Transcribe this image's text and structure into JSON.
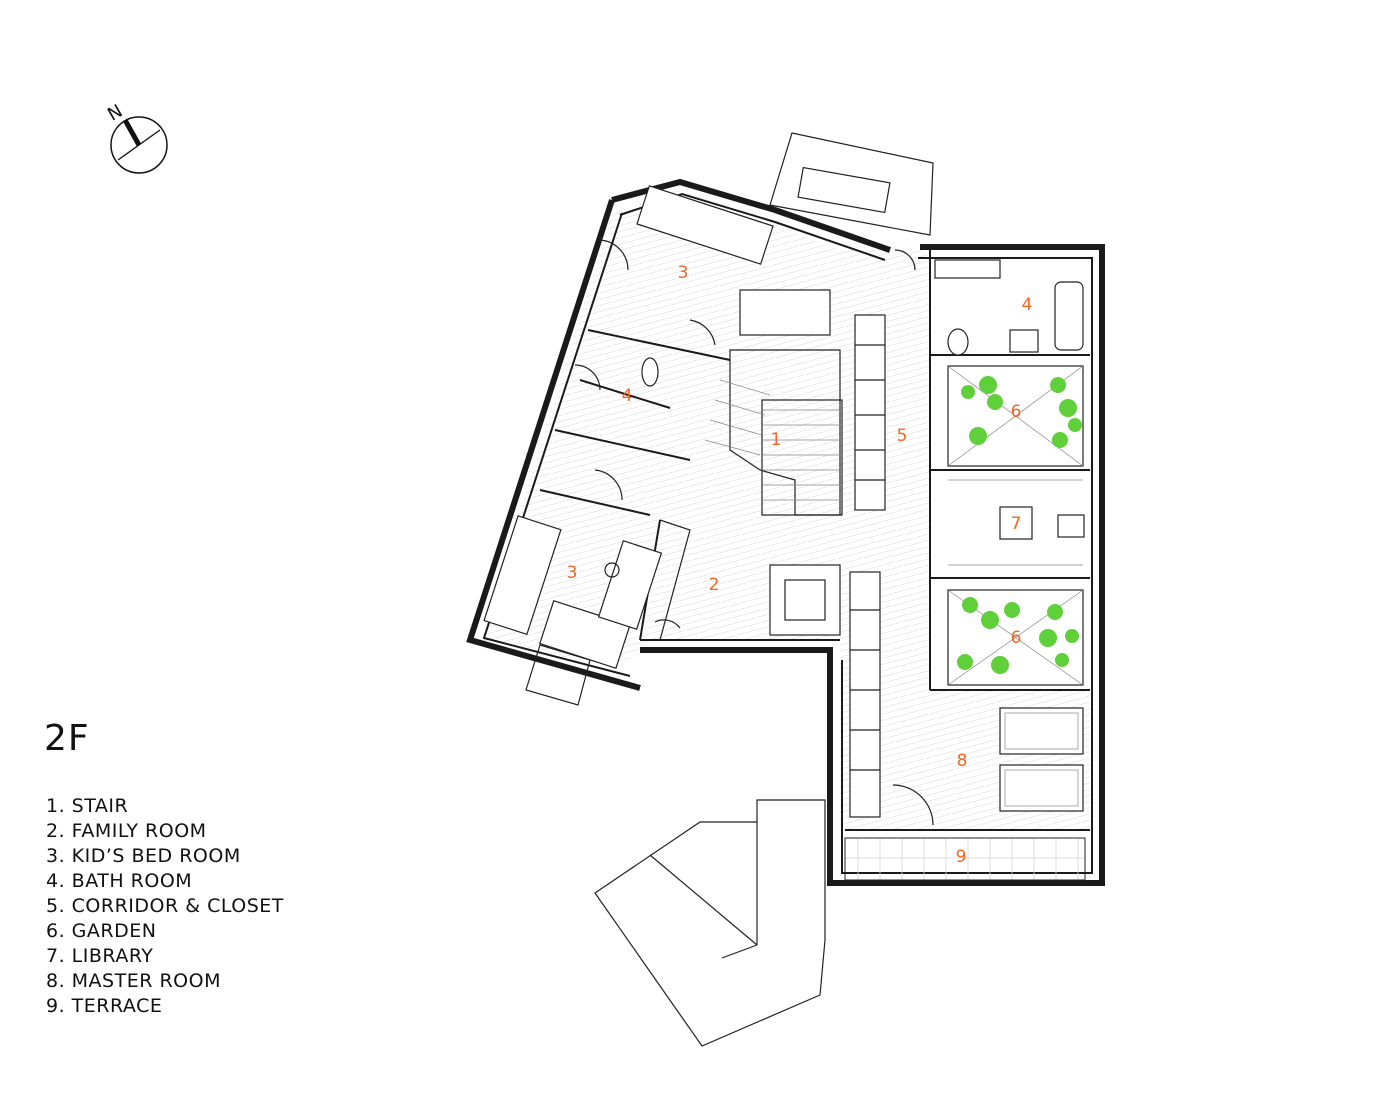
{
  "compass": {
    "letter": "N"
  },
  "floor": {
    "title": "2F"
  },
  "legend": [
    "1. STAIR",
    "2. FAMILY ROOM",
    "3. KID’S BED ROOM",
    "4. BATH ROOM",
    "5. CORRIDOR & CLOSET",
    "6. GARDEN",
    "7. LIBRARY",
    "8. MASTER ROOM",
    "9. TERRACE"
  ],
  "room_numbers": {
    "stair": "1",
    "family_room": "2",
    "kids_room_top": "3",
    "kids_room_bottom": "3",
    "bath_left": "4",
    "bath_right": "4",
    "corridor": "5",
    "garden_top": "6",
    "garden_bottom": "6",
    "library": "7",
    "master_room": "8",
    "terrace": "9"
  },
  "colors": {
    "room_number": "#f26522",
    "plant": "#5fcf3a",
    "line": "#1a1a1a"
  }
}
